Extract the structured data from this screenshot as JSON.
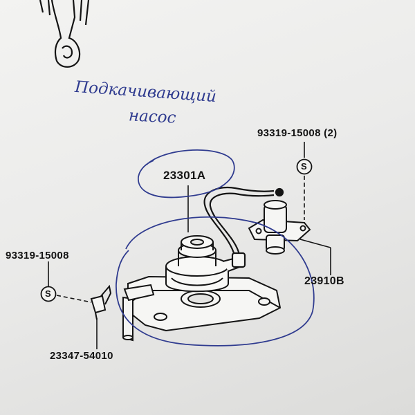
{
  "handwritten_note": {
    "line1": "Подкачивающий",
    "line2": "насос"
  },
  "part_labels": {
    "pump": "23301A",
    "bolt_right": "93319-15008 (2)",
    "bolt_left": "93319-15008",
    "sensor": "23910B",
    "fitting": "23347-54010"
  },
  "symbols": {
    "s_marker": "S"
  },
  "colors": {
    "ink": "#141414",
    "handwriting": "#2f3b8f",
    "paper": "#efefed"
  }
}
